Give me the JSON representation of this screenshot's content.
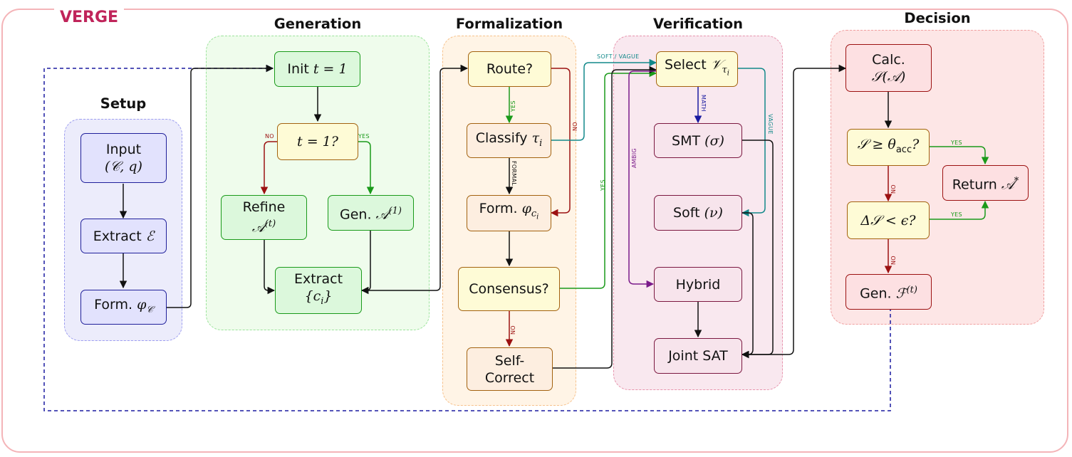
{
  "brand": "VERGE",
  "panels": {
    "setup": "Setup",
    "generation": "Generation",
    "formalization": "Formalization",
    "verification": "Verification",
    "decision": "Decision"
  },
  "nodes": {
    "input": {
      "l1": "Input",
      "l2": "(𝒞, q)"
    },
    "extract_e": {
      "pre": "Extract",
      "math": "ℰ"
    },
    "form_phi_c": {
      "pre": "Form.",
      "math": "φ",
      "sub": "𝒞"
    },
    "init": {
      "pre": "Init",
      "math": "t = 1"
    },
    "t_check": {
      "math": "t = 1?"
    },
    "refine": {
      "l1": "Refine",
      "math": "𝒜",
      "sup": "(t)"
    },
    "gen_a1": {
      "pre": "Gen.",
      "math": "𝒜",
      "sup": "(1)"
    },
    "extract_c": {
      "l1": "Extract",
      "math": "{c",
      "sub": "i",
      "post": "}"
    },
    "route": {
      "text": "Route?"
    },
    "classify": {
      "pre": "Classify",
      "math": "τ",
      "sub": "i"
    },
    "form_phi_ci": {
      "pre": "Form.",
      "math": "φ",
      "sub": "c",
      "subsub": "i"
    },
    "consensus": {
      "text": "Consensus?"
    },
    "self_correct": {
      "l1": "Self-",
      "l2": "Correct"
    },
    "select": {
      "pre": "Select",
      "math": "𝒱",
      "sub": "τ",
      "subsub": "i"
    },
    "smt": {
      "pre": "SMT",
      "math": "(σ)"
    },
    "soft": {
      "pre": "Soft",
      "math": "(ν)"
    },
    "hybrid": {
      "text": "Hybrid"
    },
    "joint_sat": {
      "text": "Joint SAT"
    },
    "calc": {
      "l1": "Calc.",
      "math": "𝒮(𝒜)"
    },
    "s_check": {
      "math": "𝒮 ≥ θ",
      "sub": "acc",
      "post": "?"
    },
    "delta_check": {
      "math": "Δ𝒮 < ϵ?"
    },
    "return": {
      "pre": "Return",
      "math": "𝒜",
      "sup": "*"
    },
    "gen_f": {
      "pre": "Gen.",
      "math": "ℱ",
      "sup": "(t)"
    }
  },
  "edge_labels": {
    "no_t": "NO",
    "yes_t": "YES",
    "yes_route": "YES",
    "no_route": "NO",
    "formal": "FORMAL",
    "soft_vague": "SOFT / VAGUE",
    "yes_consensus": "YES",
    "no_consensus": "NO",
    "math": "MATH",
    "ambig": "AMBIG",
    "vague": "VAGUE",
    "yes_s": "YES",
    "no_s": "NO",
    "yes_delta": "YES",
    "no_delta": "NO"
  },
  "colors": {
    "frame": "#f4b4b8",
    "brand": "#c0245a",
    "black": "#111111",
    "navy": "#1a1aa0",
    "green": "#1a9a1a",
    "darkred": "#9c1111",
    "teal": "#12898a",
    "purple": "#7a1a8a"
  }
}
